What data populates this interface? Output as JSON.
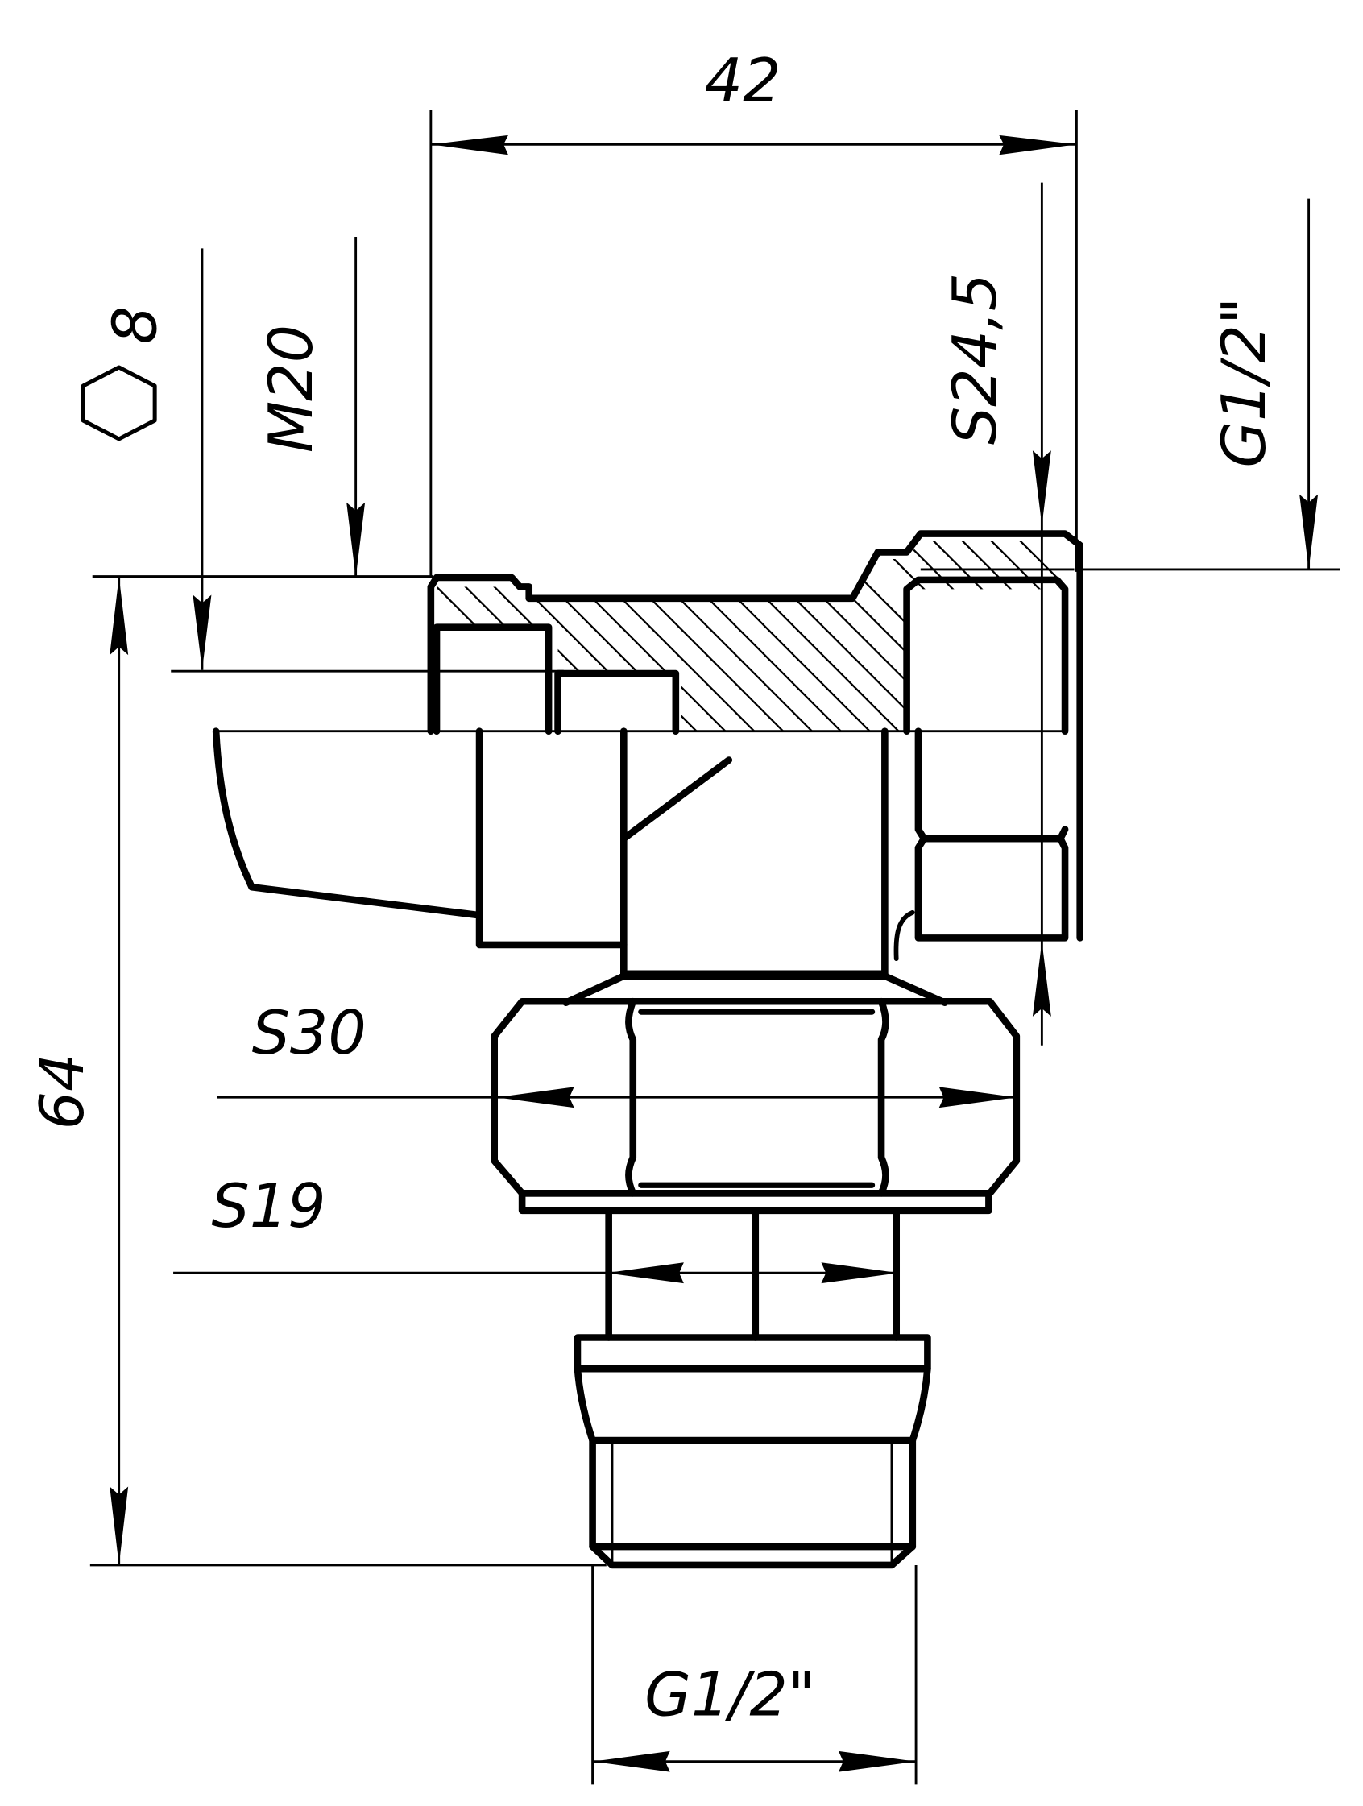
{
  "drawing": {
    "title": "Angle ball valve technical drawing",
    "stroke_color": "#000000",
    "background": "#ffffff"
  },
  "dimensions": {
    "overall_width": "42",
    "overall_height": "64",
    "hex_socket": "8",
    "hex_socket_symbol": "hexagon-icon",
    "handle_thread": "M20",
    "union_nut_wrench": "S24,5",
    "side_thread": "G1/2\"",
    "body_nut_wrench": "S30",
    "tail_wrench": "S19",
    "bottom_thread": "G1/2\""
  }
}
